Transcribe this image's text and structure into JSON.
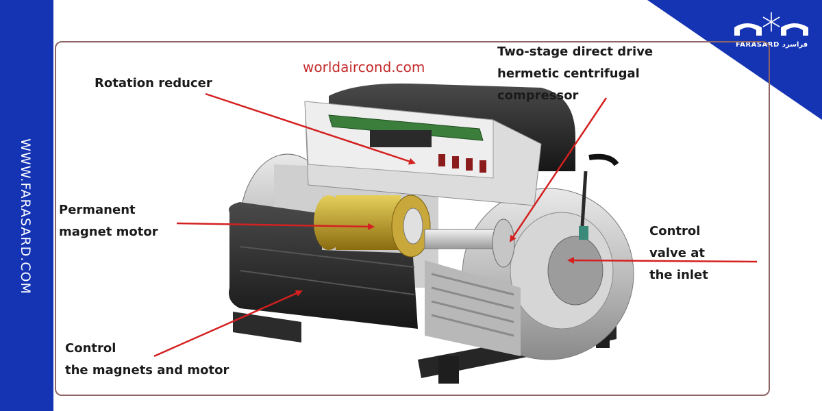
{
  "side_text": "WWW.FARASARD.COM",
  "brand": {
    "name": "FARASARD",
    "persian": "فراسرد",
    "logo_icon": "snowflake-icon",
    "color": "#1434b4"
  },
  "watermark": "worldaircond.com",
  "colors": {
    "arrow": "#d42020",
    "frame": "#8e6464",
    "watermark": "#c42a2a"
  },
  "labels": {
    "rotation_reducer": [
      "Rotation reducer"
    ],
    "compressor": [
      "Two-stage direct drive",
      "hermetic centrifugal",
      "compressor"
    ],
    "motor": [
      "Permanent",
      "magnet motor"
    ],
    "valve": [
      "Control",
      "valve at",
      "the inlet"
    ],
    "control": [
      "Control",
      "the magnets and motor"
    ]
  }
}
